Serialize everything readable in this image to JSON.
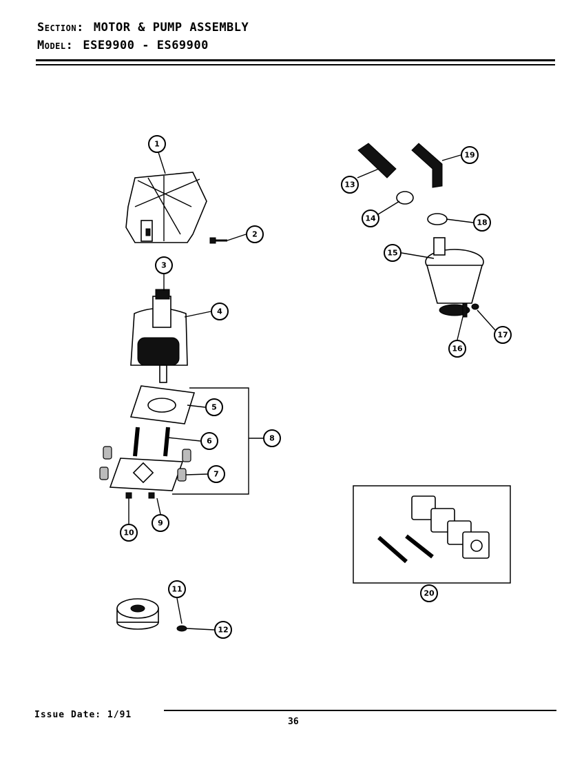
{
  "header": {
    "section_label": "Section:",
    "section_value": "MOTOR & PUMP ASSEMBLY",
    "model_label": "Model:",
    "model_value": "ESE9900 - ES69900"
  },
  "footer": {
    "issue_date": "Issue Date: 1/91",
    "page_number": "36"
  },
  "callouts": [
    "1",
    "2",
    "3",
    "4",
    "5",
    "6",
    "7",
    "8",
    "9",
    "10",
    "11",
    "12",
    "13",
    "14",
    "15",
    "16",
    "17",
    "18",
    "19",
    "20"
  ]
}
